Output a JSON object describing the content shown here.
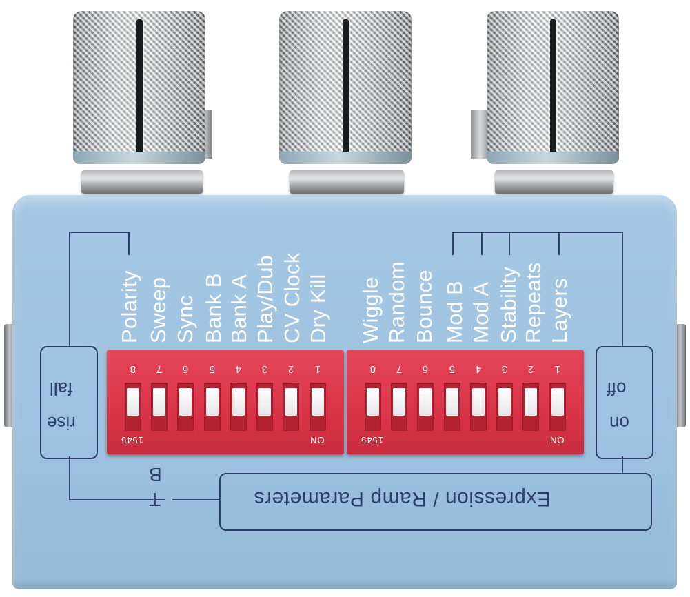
{
  "left_column_labels": [
    "Dry Kill",
    "CV Clock",
    "Play/Dub",
    "Bank A",
    "Bank B",
    "Sync",
    "Sweep",
    "Polarity"
  ],
  "right_column_labels": [
    "Layers",
    "Repeats",
    "Stability",
    "Mod A",
    "Mod B",
    "Bounce",
    "Random",
    "Wiggle"
  ],
  "dip_numbers": [
    "1",
    "2",
    "3",
    "4",
    "5",
    "6",
    "7",
    "8"
  ],
  "dip_on_label": "ON",
  "dip_code_label": "1545",
  "left_toggle": {
    "top": "fall",
    "bottom": "rise"
  },
  "right_toggle": {
    "top": "off",
    "bottom": "on"
  },
  "bracket_letters": {
    "top": "B",
    "bottom": "T"
  },
  "footer_label": "Expression / Ramp Parameters",
  "colors": {
    "pedal": "#a5c7e3",
    "print": "#2c3e6b",
    "dip": "#d93447",
    "label": "#ffffff"
  }
}
